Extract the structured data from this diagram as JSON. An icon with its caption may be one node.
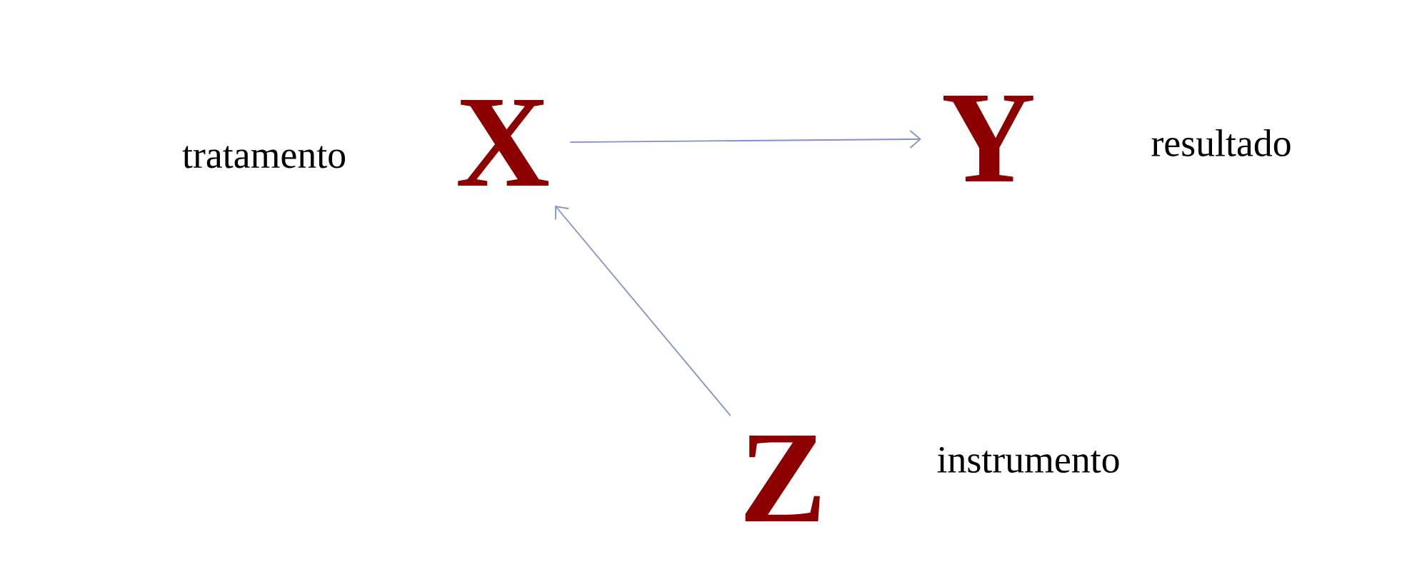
{
  "diagram": {
    "nodes": [
      {
        "text": [
          "X"
        ],
        "beside": [
          "tratamento"
        ]
      },
      {
        "text": [
          "Y"
        ],
        "beside": [
          "resultado"
        ]
      },
      {
        "text": [
          "Z"
        ],
        "beside": [
          "instrumento"
        ]
      }
    ],
    "edges": [
      {
        "from": 0,
        "to": 1,
        "arrow": "to"
      },
      {
        "from": 2,
        "to": 0,
        "arrow": "to"
      }
    ]
  }
}
